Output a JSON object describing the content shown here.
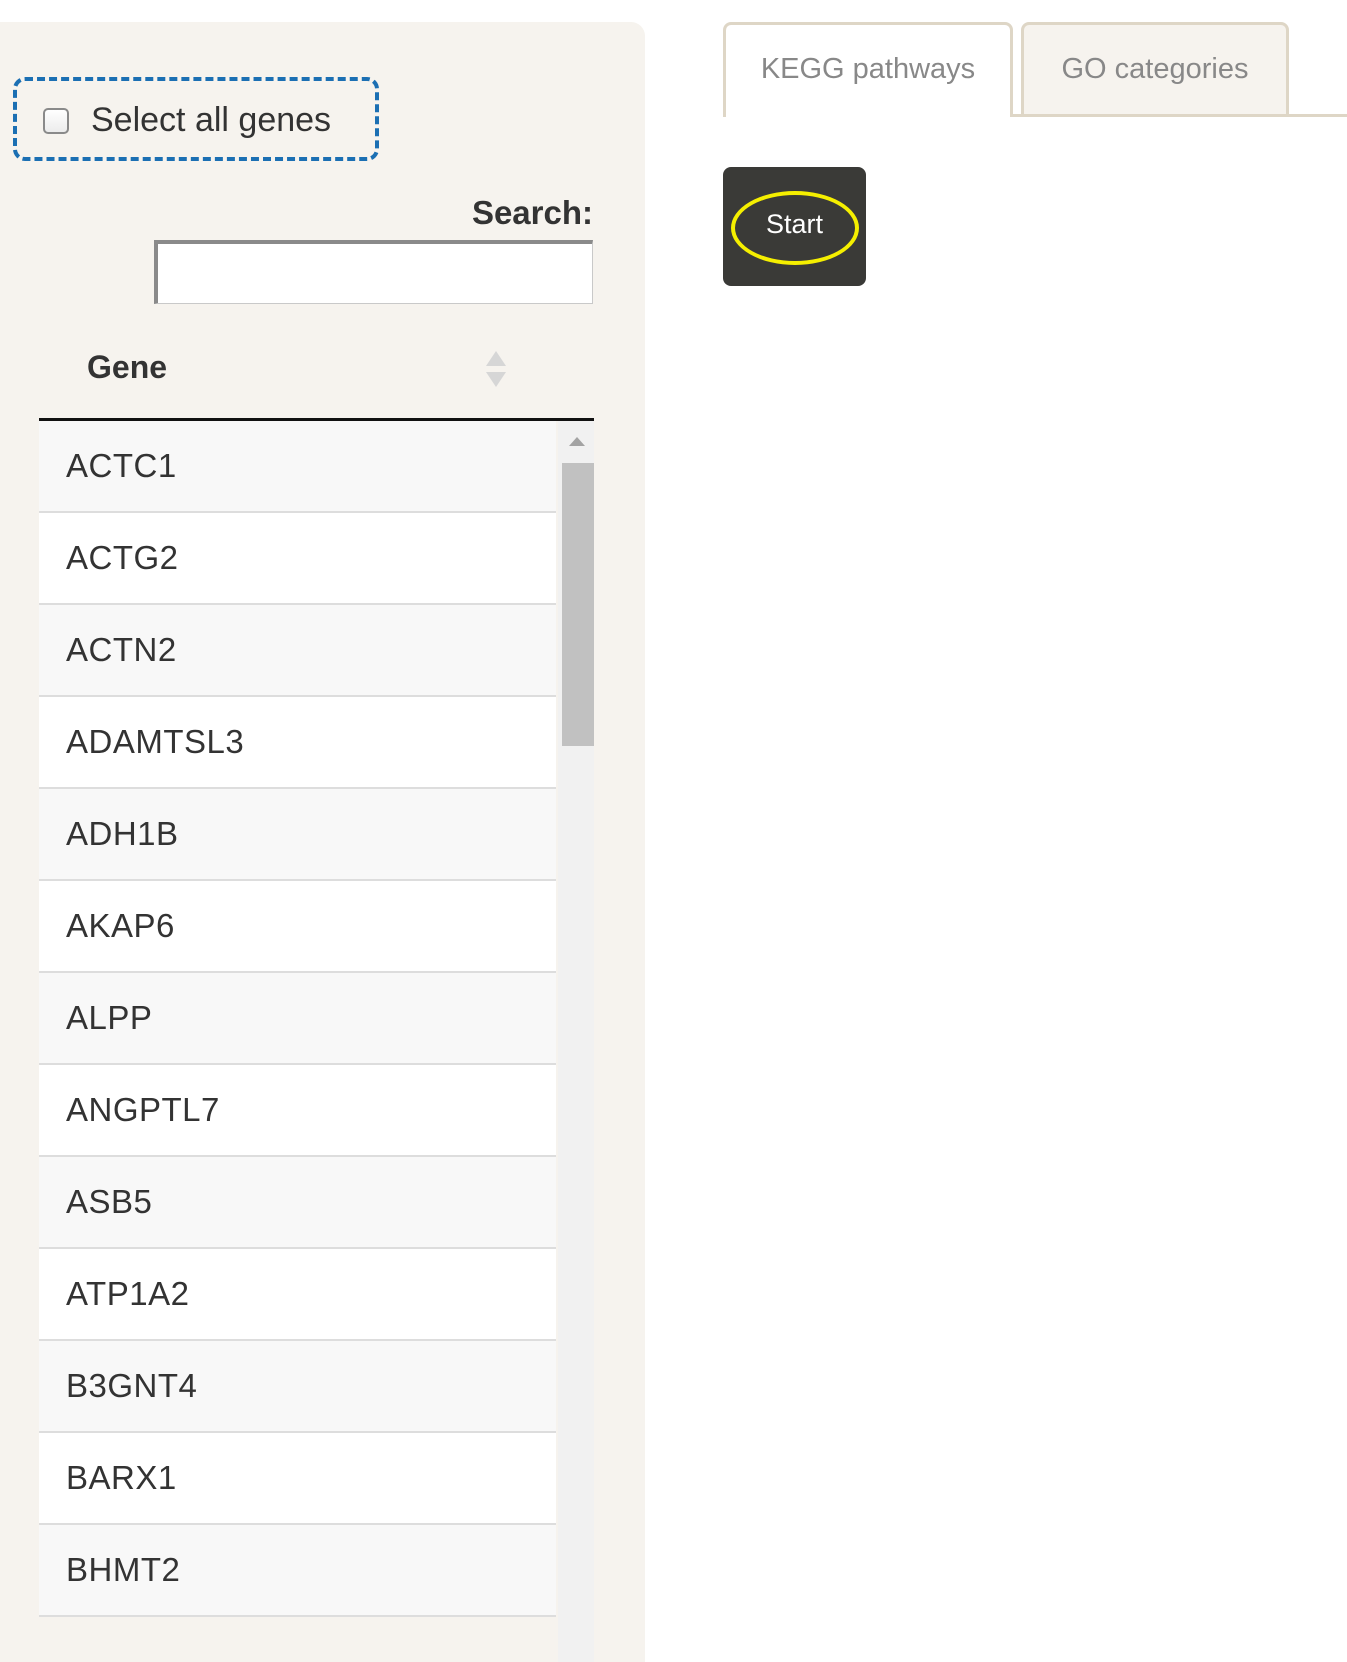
{
  "sidebar": {
    "select_all_label": "Select all genes",
    "select_all_checked": false,
    "search_label": "Search:",
    "search_value": "",
    "table": {
      "column_header": "Gene",
      "rows": [
        "ACTC1",
        "ACTG2",
        "ACTN2",
        "ADAMTSL3",
        "ADH1B",
        "AKAP6",
        "ALPP",
        "ANGPTL7",
        "ASB5",
        "ATP1A2",
        "B3GNT4",
        "BARX1",
        "BHMT2"
      ]
    }
  },
  "tabs": [
    {
      "label": "KEGG pathways",
      "active": true
    },
    {
      "label": "GO categories",
      "active": false
    }
  ],
  "start_button": {
    "label": "Start"
  },
  "colors": {
    "panel_bg": "#f6f3ee",
    "highlight_dashed": "#1b6fb3",
    "highlight_ellipse": "#f5ef00",
    "button_bg": "#3a3a37"
  }
}
